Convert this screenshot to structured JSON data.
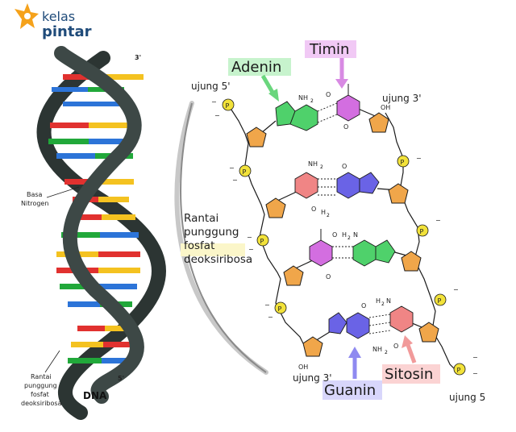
{
  "brand": {
    "line1": "kelas",
    "line2": "pintar",
    "accent": "#f5a21b",
    "text_color": "#1f4b7a"
  },
  "helix": {
    "end_top": "3'",
    "end_bottom": "5'",
    "label_base": [
      "Basa",
      "Nitrogen"
    ],
    "label_backbone": [
      "Rantai",
      "punggung",
      "fosfat",
      "deoksiribosa"
    ],
    "caption": "DNA",
    "backbone_color": "#3d4846"
  },
  "structure": {
    "end_5_top": "ujung 5'",
    "end_3_top": "ujung 3'",
    "end_3_bottom": "ujung 3'",
    "end_5_bottom": "ujung 5",
    "backbone_label": [
      "Rantai",
      "punggung",
      "fosfat",
      "deoksiribosa"
    ],
    "phosphate": "P",
    "oh": "OH",
    "nh2": "NH",
    "sub2": "2",
    "h2n": "H",
    "n": "N",
    "o": "O",
    "minus": "−"
  },
  "bases": {
    "adenin": {
      "label": "Adenin",
      "color": "#4fd16b"
    },
    "timin": {
      "label": "Timin",
      "color": "#d36ee0"
    },
    "guanin": {
      "label": "Guanin",
      "color": "#6a63e6"
    },
    "sitosin": {
      "label": "Sitosin",
      "color": "#f08585"
    },
    "sugar_color": "#f0a64a",
    "phosphate_color": "#f2e23a"
  }
}
